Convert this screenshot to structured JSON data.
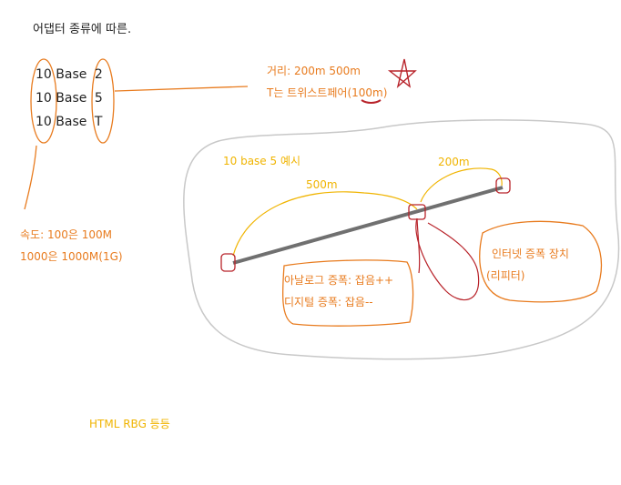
{
  "title": "어댑터 종류에 따른.",
  "standards": [
    {
      "num": "10",
      "base": "Base",
      "suffix": "2"
    },
    {
      "num": "10",
      "base": "Base",
      "suffix": "5"
    },
    {
      "num": "10",
      "base": "Base",
      "suffix": "T"
    }
  ],
  "distance_note": "거리: 200m 500m",
  "twisted_note_prefix": "T는 트위스트페어",
  "twisted_note_suffix": "(100m)",
  "speed_line1": "속도: 100은 100M",
  "speed_line2": "1000은 1000M(1G)",
  "example_title": "10 base 5 예시",
  "label_500m": "500m",
  "label_200m": "200m",
  "analog_line": "아날로그 증폭: 잡음++",
  "digital_line": "디지털 증폭: 잡음--",
  "repeater_line1": "인터넷 증폭 장치",
  "repeater_line2": "(리피터)",
  "footer_note": "HTML RBG 등등",
  "colors": {
    "orange": "#e87b1e",
    "yellow": "#f0b400",
    "red": "#b8232a",
    "gray": "#707070",
    "light_gray": "#c8c8c8"
  }
}
